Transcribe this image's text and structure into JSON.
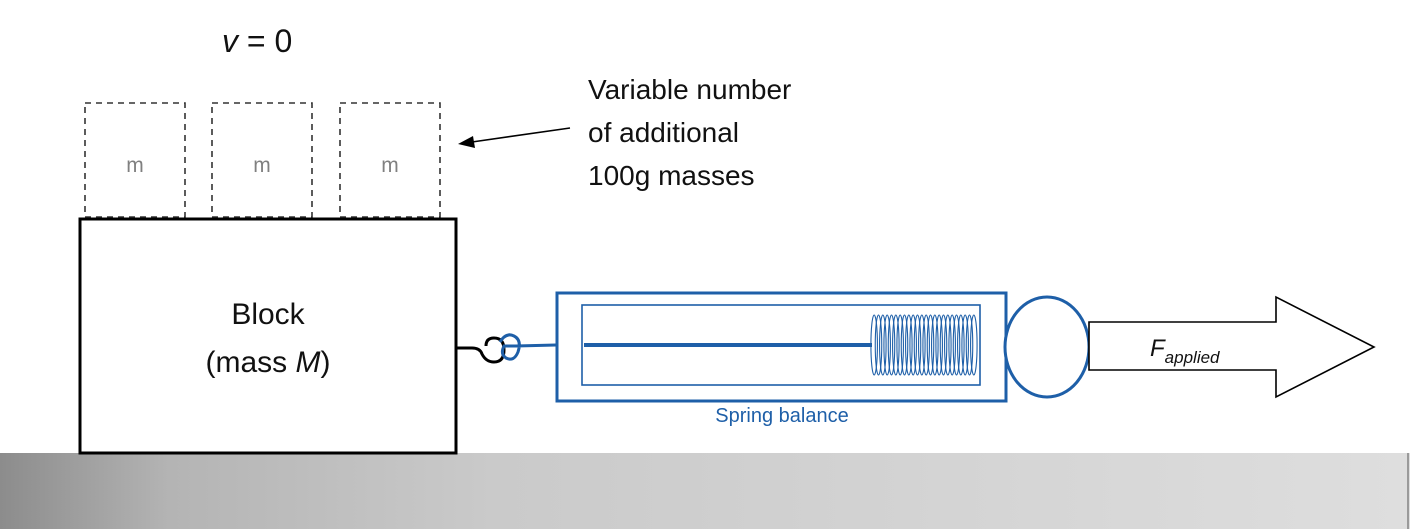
{
  "velocity": {
    "symbol": "v",
    "rest": " = 0"
  },
  "masses": {
    "items": [
      "m",
      "m",
      "m"
    ],
    "note_lines": [
      "Variable number",
      "of additional",
      "100g masses"
    ]
  },
  "block": {
    "line1": "Block",
    "line2_prefix": "(mass ",
    "line2_symbol": "M",
    "line2_suffix": ")"
  },
  "spring_balance": {
    "label": "Spring balance"
  },
  "force": {
    "symbol": "F",
    "subscript": "applied"
  },
  "colors": {
    "spring_blue": "#1e5fa8",
    "outline": "#000000",
    "dashed_box": "#333333",
    "mass_label_gray": "#808080",
    "ground_dark": "#8c8c8c",
    "ground_light": "#e0e0e0"
  }
}
